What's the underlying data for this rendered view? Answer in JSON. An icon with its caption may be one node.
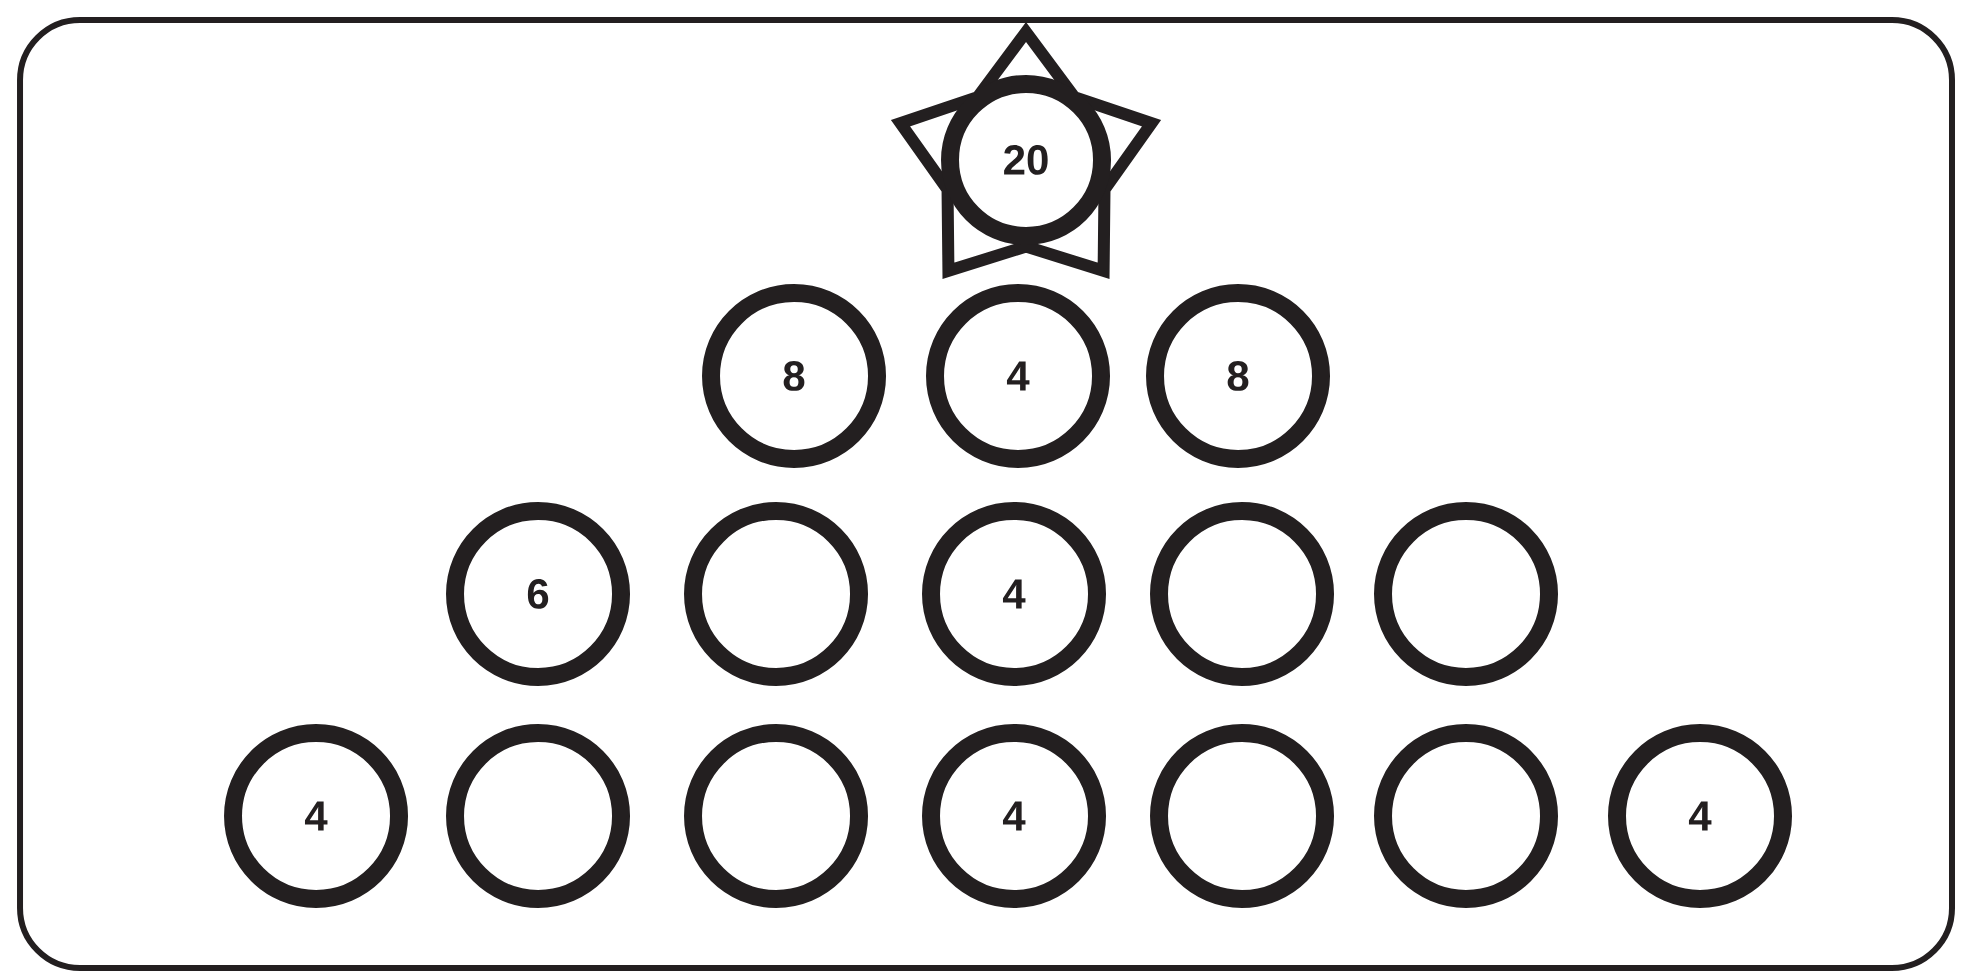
{
  "diagram": {
    "nodes": [
      {
        "text": [],
        "shape": "star"
      },
      {
        "text": [
          "20"
        ],
        "in": 0
      },
      {
        "text": [
          "8"
        ]
      },
      {
        "text": [
          "4"
        ]
      },
      {
        "text": [
          "8"
        ]
      },
      {
        "text": [
          "6"
        ]
      },
      {
        "text": [],
        "shape": "circle"
      },
      {
        "text": [
          "4"
        ]
      },
      {
        "text": [],
        "shape": "circle"
      },
      {
        "text": [],
        "shape": "circle"
      },
      {
        "text": [
          "4"
        ]
      },
      {
        "text": [],
        "shape": "circle"
      },
      {
        "text": [],
        "shape": "circle"
      },
      {
        "text": [
          "4"
        ]
      },
      {
        "text": [],
        "shape": "circle"
      },
      {
        "text": [],
        "shape": "circle"
      },
      {
        "text": [
          "4"
        ]
      }
    ]
  }
}
